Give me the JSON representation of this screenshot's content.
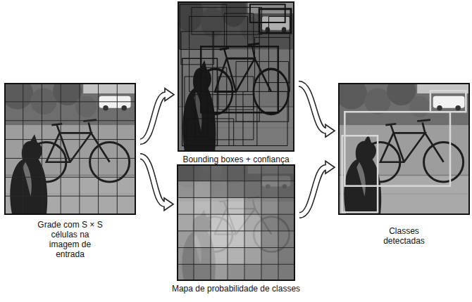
{
  "diagram": {
    "nodes": [
      {
        "text": [
          "Grade com S × S células na imagem de entrada"
        ]
      },
      {
        "text": [
          "Bounding boxes + confiança"
        ]
      },
      {
        "text": [
          "Mapa de probabilidade de classes"
        ]
      },
      {
        "text": [
          "Classes detectadas"
        ]
      }
    ],
    "edges": [
      {
        "from": 0,
        "to": 1,
        "arrow": "to"
      },
      {
        "from": 0,
        "to": 2,
        "arrow": "to"
      },
      {
        "from": 1,
        "to": 3,
        "arrow": "to"
      },
      {
        "from": 2,
        "to": 3,
        "arrow": "to"
      }
    ]
  }
}
